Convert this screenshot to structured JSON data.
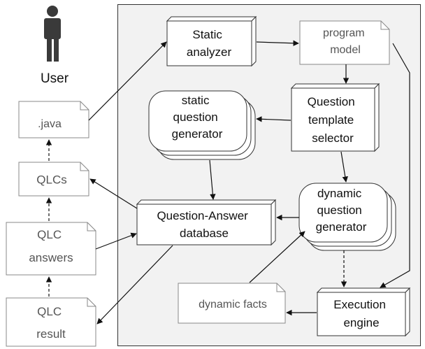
{
  "user_label": "User",
  "docs": {
    "java": ".java",
    "qlcs": "QLCs",
    "qlc_answers": [
      "QLC",
      "answers"
    ],
    "qlc_result": [
      "QLC",
      "result"
    ],
    "program_model": [
      "program",
      "model"
    ],
    "dynamic_facts": "dynamic facts"
  },
  "processes": {
    "static_analyzer": [
      "Static",
      "analyzer"
    ],
    "question_template_selector": [
      "Question",
      "template",
      "selector"
    ],
    "question_answer_database": [
      "Question-Answer",
      "database"
    ],
    "execution_engine": [
      "Execution",
      "engine"
    ]
  },
  "generators": {
    "static_question_generator": [
      "static",
      "question",
      "generator"
    ],
    "dynamic_question_generator": [
      "dynamic",
      "question",
      "generator"
    ]
  },
  "colors": {
    "panel_fill": "#f2f2f2",
    "stroke": "#333333",
    "doc_stroke": "#888888",
    "doc_text": "#555555",
    "text": "#111111",
    "user_icon": "#3a3a3a"
  }
}
